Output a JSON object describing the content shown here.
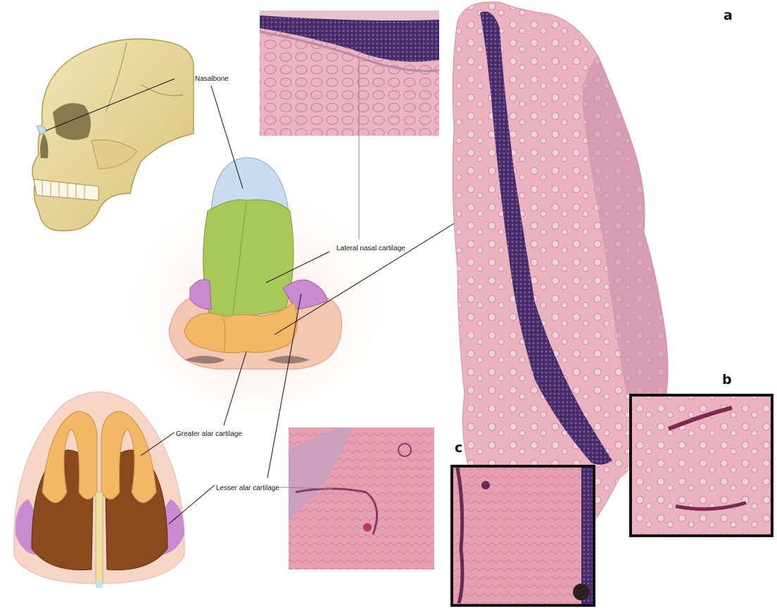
{
  "labels": {
    "nasal_bone": "Nasalbone",
    "lateral_nasal_cartilage": "Lateral nasal cartilage",
    "greater_alar_cartilage": "Greater alar cartilage",
    "lesser_alar_cartilage": "Lesser alar cartilage"
  },
  "panel_letters": {
    "a": "a",
    "b": "b",
    "c": "c"
  },
  "colors": {
    "bone": "#e8d9a0",
    "nasal_bone": "#c9dcf0",
    "lateral_cartilage": "#a9c85a",
    "greater_alar": "#f2b866",
    "lesser_alar": "#c98ad0",
    "skin": "#f6c9b6",
    "histology_pink": "#e9a8b8",
    "histology_purple": "#5a3a78"
  }
}
